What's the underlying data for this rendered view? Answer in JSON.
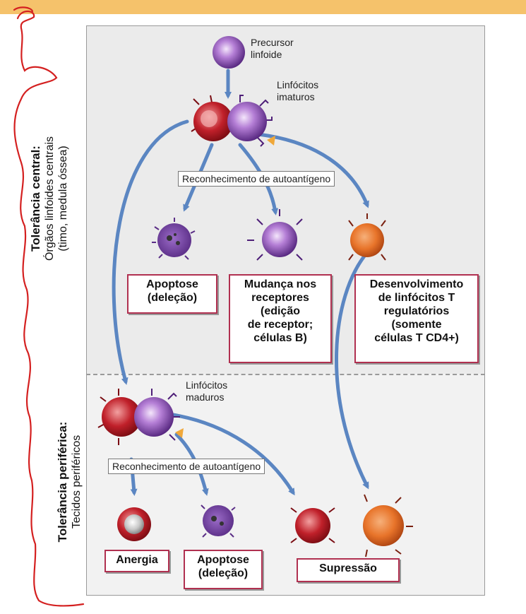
{
  "diagram": {
    "central": {
      "label_bold": "Tolerância central:",
      "label_sub1": "Órgãos linfoides centrais",
      "label_sub2": "(timo, medula óssea)",
      "precursor": [
        "Precursor",
        "linfoide"
      ],
      "immature": [
        "Linfócitos",
        "imaturos"
      ],
      "recognition": "Reconhecimento de autoantígeno",
      "outcomes": [
        {
          "lines": [
            "Apoptose",
            "(deleção)"
          ]
        },
        {
          "lines": [
            "Mudança nos",
            "receptores",
            "(edição",
            "de receptor;",
            "células B)"
          ]
        },
        {
          "lines": [
            "Desenvolvimento",
            "de linfócitos T",
            "regulatórios",
            "(somente",
            "células T CD4+)"
          ]
        }
      ]
    },
    "peripheral": {
      "label_bold": "Tolerância periférica:",
      "label_sub": "Tecidos periféricos",
      "mature": [
        "Linfócitos",
        "maduros"
      ],
      "recognition": "Reconhecimento de autoantígeno",
      "outcomes": [
        {
          "lines": [
            "Anergia"
          ]
        },
        {
          "lines": [
            "Apoptose",
            "(deleção)"
          ]
        },
        {
          "lines": [
            "Supressão"
          ]
        }
      ]
    }
  },
  "colors": {
    "top_bar": "#f5c26b",
    "arrow": "#5b86c2",
    "red_cell": "#c0202a",
    "purple_cell": "#7a3fa8",
    "orange_cell": "#e8742a",
    "annotation_ink": "#d42020",
    "outcome_border": "#b03050"
  }
}
